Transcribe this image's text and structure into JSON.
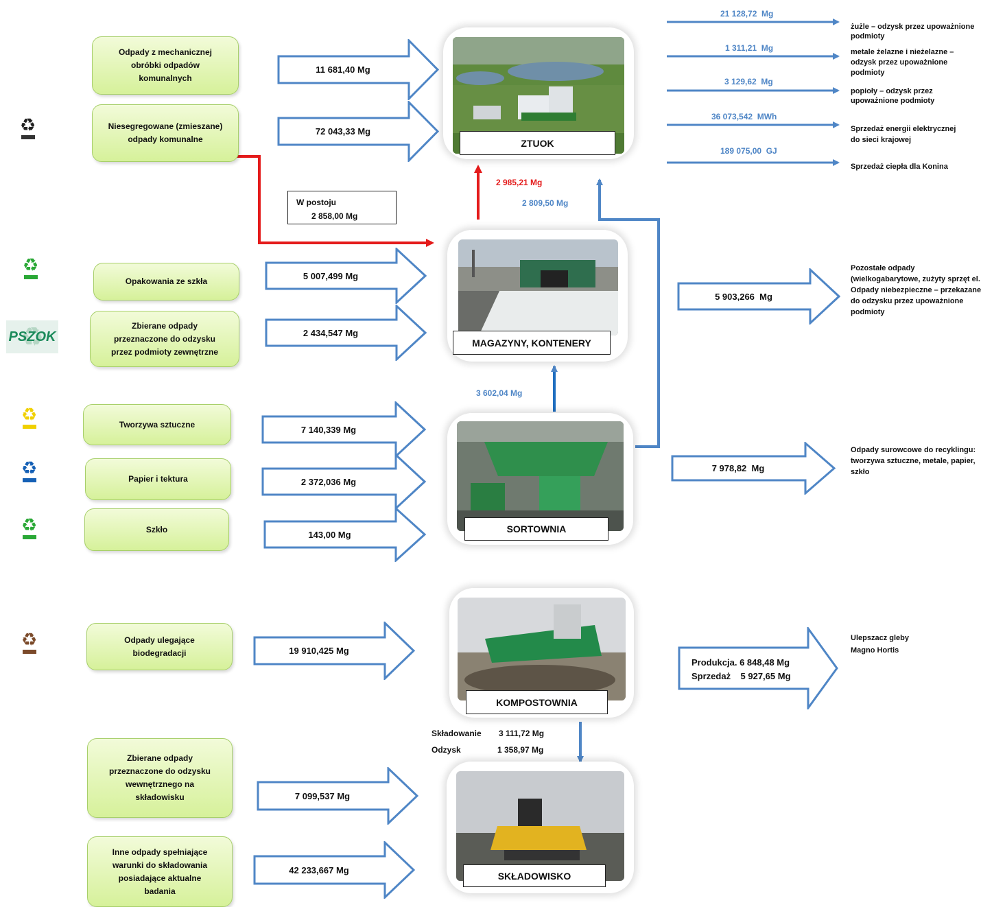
{
  "colors": {
    "red": "#e41b1b",
    "blue": "#4f86c6",
    "black": "#111111"
  },
  "icons": [
    {
      "name": "recycle-black-icon",
      "symbol": "♻",
      "color": "#222222",
      "tag_color": "#333333"
    },
    {
      "name": "recycle-green-glass-icon",
      "symbol": "♻",
      "color": "#2aa836",
      "tag_color": "#2aa836"
    },
    {
      "name": "pszok-recycle-icon",
      "label": "PSZOK",
      "color": "#1b8a5a"
    },
    {
      "name": "recycle-yellow-plastic-icon",
      "symbol": "♻",
      "color": "#f0d000",
      "tag_color": "#f0d000"
    },
    {
      "name": "recycle-blue-paper-icon",
      "symbol": "♻",
      "color": "#1560b5",
      "tag_color": "#1560b5"
    },
    {
      "name": "recycle-green-glass-icon-2",
      "symbol": "♻",
      "color": "#2aa836",
      "tag_color": "#2aa836"
    },
    {
      "name": "recycle-brown-bio-icon",
      "symbol": "♻",
      "color": "#7b4a2a",
      "tag_color": "#7b4a2a"
    }
  ],
  "sources": [
    "Odpady z mechanicznej\nobróbki odpadów\nkomunalnych",
    "Niesegregowane (zmieszane)\nodpady komunalne",
    "Opakowania ze szkła",
    "Zbierane odpady\nprzeznaczone do odzysku\nprzez podmioty zewnętrzne",
    "Tworzywa sztuczne",
    "Papier i tektura",
    "Szkło",
    "Odpady ulegające\nbiodegradacji",
    "Zbierane odpady\nprzeznaczone do odzysku\nwewnętrznego na\nskładowisku",
    "Inne odpady spełniające\nwarunki do składowania\nposiadające aktualne\nbadania"
  ],
  "input_flows": [
    "11 681,40 Mg",
    "72 043,33 Mg",
    "5 007,499 Mg",
    "2 434,547 Mg",
    "7 140,339 Mg",
    "2 372,036 Mg",
    "143,00 Mg",
    "19 910,425 Mg",
    "7 099,537  Mg",
    "42 233,667  Mg"
  ],
  "facilities": [
    "ZTUOK",
    "MAGAZYNY, KONTENERY",
    "SORTOWNIA",
    "KOMPOSTOWNIA",
    "SKŁADOWISKO"
  ],
  "standby": {
    "line1": "W postoju",
    "line2": "2 858,00 Mg"
  },
  "internal_flows": {
    "magazyny_to_ztuok": "2 985,21 Mg",
    "sortownia_to_ztuok": "2 809,50 Mg",
    "sortownia_to_magazyny": "3 602,04 Mg",
    "komp_storage_label": "Składowanie",
    "komp_storage_value": "3 111,72 Mg",
    "komp_recovery_label": "Odzysk",
    "komp_recovery_value": "1 358,97 Mg"
  },
  "ztuok_outputs": [
    {
      "value": "21 128,72  Mg",
      "desc": "żużle – odzysk przez upoważnione\npodmioty"
    },
    {
      "value": "1 311,21  Mg",
      "desc": "metale żelazne i nieżelazne –\nodzysk przez upoważnione\npodmioty"
    },
    {
      "value": "3 129,62  Mg",
      "desc": "popioły – odzysk przez\nupoważnione podmioty"
    },
    {
      "value": "36 073,542  MWh",
      "desc": "Sprzedaż energii elektrycznej\ndo sieci krajowej"
    },
    {
      "value": "189 075,00  GJ",
      "desc": "Sprzedaż ciepła dla Konina"
    }
  ],
  "right_outputs": {
    "remaining_value": "5 903,266  Mg",
    "remaining_desc": "Pozostałe odpady\n(wielkogabarytowe, zużyty sprzęt el.\nOdpady niebezpieczne – przekazane\ndo odzysku przez upoważnione\npodmioty",
    "recycling_value": "7 978,82  Mg",
    "recycling_desc": "Odpady surowcowe do recyklingu:\ntworzywa sztuczne, metale, papier,\nszkło",
    "compost_prod": "Produkcja. 6 848,48 Mg",
    "compost_sale": "Sprzedaż    5 927,65 Mg",
    "compost_desc": "Ulepszacz gleby\nMagno Hortis"
  }
}
